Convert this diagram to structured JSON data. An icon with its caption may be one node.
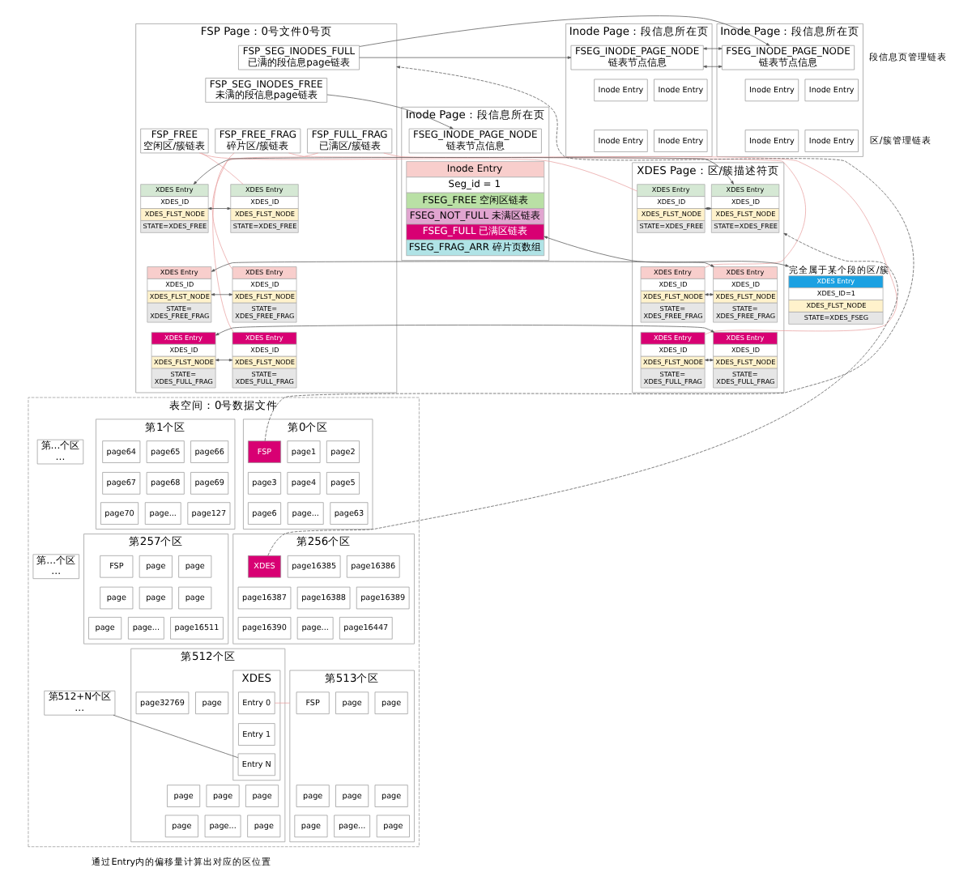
{
  "diagram": {
    "nodes": [
      {
        "text": [
          "FSP Page：0号文件0号页"
        ]
      },
      {
        "text": [
          "FSP_SEG_INODES_FULL 已满的段信息page链表"
        ],
        "in": 0
      },
      {
        "text": [
          "FSP_SEG_INODES_FREE 未满的段信息page链表"
        ],
        "in": 0
      },
      {
        "text": [
          "FSP_FREE 空闲区/簇链表"
        ],
        "in": 0
      },
      {
        "text": [
          "FSP_FREE_FRAG 碎片区/簇链表"
        ],
        "in": 0
      },
      {
        "text": [
          "FSP_FULL_FRAG 已满区/簇链表"
        ],
        "in": 0
      },
      {
        "text": [
          "XDES Entry",
          "XDES_ID",
          "XDES_FLST_NODE",
          "STATE=XDES_FREE"
        ],
        "in": 0
      },
      {
        "text": [
          "XDES Entry",
          "XDES_ID",
          "XDES_FLST_NODE",
          "STATE=XDES_FREE"
        ],
        "in": 0
      },
      {
        "text": [
          "XDES Entry",
          "XDES_ID",
          "XDES_FLST_NODE",
          "STATE= XDES_FREE_FRAG"
        ],
        "in": 0
      },
      {
        "text": [
          "XDES Entry",
          "XDES_ID",
          "XDES_FLST_NODE",
          "STATE= XDES_FREE_FRAG"
        ],
        "in": 0
      },
      {
        "text": [
          "XDES Entry",
          "XDES_ID",
          "XDES_FLST_NODE",
          "STATE= XDES_FULL_FRAG"
        ],
        "in": 0
      },
      {
        "text": [
          "XDES Entry",
          "XDES_ID",
          "XDES_FLST_NODE",
          "STATE= XDES_FULL_FRAG"
        ],
        "in": 0
      },
      {
        "text": [
          "Inode Page：段信息所在页"
        ]
      },
      {
        "text": [
          "FSEG_INODE_PAGE_NODE 链表节点信息"
        ],
        "in": 12
      },
      {
        "text": [
          "Inode Entry"
        ],
        "in": 12
      },
      {
        "text": [
          "Inode Entry"
        ],
        "in": 12
      },
      {
        "text": [
          "Inode Entry"
        ],
        "in": 12
      },
      {
        "text": [
          "Inode Entry"
        ],
        "in": 12
      },
      {
        "text": [
          "Inode Page：段信息所在页"
        ]
      },
      {
        "text": [
          "FSEG_INODE_PAGE_NODE 链表节点信息"
        ],
        "in": 18
      },
      {
        "text": [
          "Inode Entry"
        ],
        "in": 18
      },
      {
        "text": [
          "Inode Entry"
        ],
        "in": 18
      },
      {
        "text": [
          "Inode Entry"
        ],
        "in": 18
      },
      {
        "text": [
          "Inode Entry"
        ],
        "in": 18
      },
      {
        "text": [
          "XDES Page：区/簇描述符页"
        ]
      },
      {
        "text": [
          "XDES Entry",
          "XDES_ID",
          "XDES_FLST_NODE",
          "STATE=XDES_FREE"
        ],
        "in": 24
      },
      {
        "text": [
          "XDES Entry",
          "XDES_ID",
          "XDES_FLST_NODE",
          "STATE=XDES_FREE"
        ],
        "in": 24
      },
      {
        "text": [
          "XDES Entry",
          "XDES_ID",
          "XDES_FLST_NODE",
          "STATE= XDES_FREE_FRAG"
        ],
        "in": 24
      },
      {
        "text": [
          "XDES Entry",
          "XDES_ID",
          "XDES_FLST_NODE",
          "STATE= XDES_FREE_FRAG"
        ],
        "in": 24
      },
      {
        "text": [
          "XDES Entry",
          "XDES_ID",
          "XDES_FLST_NODE",
          "STATE= XDES_FULL_FRAG"
        ],
        "in": 24
      },
      {
        "text": [
          "XDES Entry",
          "XDES_ID",
          "XDES_FLST_NODE",
          "STATE= XDES_FULL_FRAG"
        ],
        "in": 24
      },
      {
        "text": [
          "XDES Entry",
          "XDES_ID=1",
          "XDES_FLST_NODE",
          "STATE=XDES_FSEG"
        ],
        "beside": [
          "完全属于某个段的区/簇"
        ]
      },
      {
        "text": [
          "Inode Page：段信息所在页"
        ]
      },
      {
        "text": [
          "FSEG_INODE_PAGE_NODE 链表节点信息"
        ],
        "in": 32
      },
      {
        "text": [
          "Inode Entry",
          "Seg_id = 1",
          "FSEG_FREE 空闲区链表",
          "FSEG_NOT_FULL 未满区链表",
          "FSEG_FULL 已满区链表",
          "FSEG_FRAG_ARR 碎片页数组"
        ],
        "in": 32
      },
      {
        "text": [
          "表空间：0号数据文件"
        ]
      },
      {
        "text": [
          "第0个区"
        ],
        "in": 35
      },
      {
        "text": [
          "FSP"
        ],
        "in": 36
      },
      {
        "text": [
          "page1"
        ],
        "in": 36
      },
      {
        "text": [
          "page2"
        ],
        "in": 36
      },
      {
        "text": [
          "page3"
        ],
        "in": 36
      },
      {
        "text": [
          "page4"
        ],
        "in": 36
      },
      {
        "text": [
          "page5"
        ],
        "in": 36
      },
      {
        "text": [
          "page6"
        ],
        "in": 36
      },
      {
        "text": [
          "page..."
        ],
        "in": 36
      },
      {
        "text": [
          "page63"
        ],
        "in": 36
      },
      {
        "text": [
          "第1个区"
        ],
        "in": 35
      },
      {
        "text": [
          "page64"
        ],
        "in": 46
      },
      {
        "text": [
          "page65"
        ],
        "in": 46
      },
      {
        "text": [
          "page66"
        ],
        "in": 46
      },
      {
        "text": [
          "page67"
        ],
        "in": 46
      },
      {
        "text": [
          "page68"
        ],
        "in": 46
      },
      {
        "text": [
          "page69"
        ],
        "in": 46
      },
      {
        "text": [
          "page70"
        ],
        "in": 46
      },
      {
        "text": [
          "page..."
        ],
        "in": 46
      },
      {
        "text": [
          "page127"
        ],
        "in": 46
      },
      {
        "text": [
          "第…个区",
          "…"
        ],
        "in": 35
      },
      {
        "text": [
          "第256个区"
        ],
        "in": 35
      },
      {
        "text": [
          "XDES"
        ],
        "in": 57
      },
      {
        "text": [
          "page16385"
        ],
        "in": 57
      },
      {
        "text": [
          "page16386"
        ],
        "in": 57
      },
      {
        "text": [
          "page16387"
        ],
        "in": 57
      },
      {
        "text": [
          "page16388"
        ],
        "in": 57
      },
      {
        "text": [
          "page16389"
        ],
        "in": 57
      },
      {
        "text": [
          "page16390"
        ],
        "in": 57
      },
      {
        "text": [
          "page..."
        ],
        "in": 57
      },
      {
        "text": [
          "page16447"
        ],
        "in": 57
      },
      {
        "text": [
          "第257个区"
        ],
        "in": 35
      },
      {
        "text": [
          "FSP"
        ],
        "in": 67
      },
      {
        "text": [
          "page"
        ],
        "in": 67
      },
      {
        "text": [
          "page"
        ],
        "in": 67
      },
      {
        "text": [
          "page"
        ],
        "in": 67
      },
      {
        "text": [
          "page"
        ],
        "in": 67
      },
      {
        "text": [
          "page"
        ],
        "in": 67
      },
      {
        "text": [
          "page"
        ],
        "in": 67
      },
      {
        "text": [
          "page..."
        ],
        "in": 67
      },
      {
        "text": [
          "page16511"
        ],
        "in": 67
      },
      {
        "text": [
          "第…个区",
          "…"
        ],
        "in": 35
      },
      {
        "text": [
          "第512个区"
        ],
        "in": 35
      },
      {
        "text": [
          "XDES"
        ],
        "in": 78
      },
      {
        "text": [
          "Entry 0"
        ],
        "in": 79
      },
      {
        "text": [
          "Entry 1"
        ],
        "in": 79
      },
      {
        "text": [
          "Entry N"
        ],
        "in": 79
      },
      {
        "text": [
          "page32769"
        ],
        "in": 78
      },
      {
        "text": [
          "page"
        ],
        "in": 78
      },
      {
        "text": [
          "page"
        ],
        "in": 78
      },
      {
        "text": [
          "page"
        ],
        "in": 78
      },
      {
        "text": [
          "page"
        ],
        "in": 78
      },
      {
        "text": [
          "page"
        ],
        "in": 78
      },
      {
        "text": [
          "page..."
        ],
        "in": 78
      },
      {
        "text": [
          "page"
        ],
        "in": 78
      },
      {
        "text": [
          "第513个区"
        ],
        "in": 35
      },
      {
        "text": [
          "FSP"
        ],
        "in": 91
      },
      {
        "text": [
          "page"
        ],
        "in": 91
      },
      {
        "text": [
          "page"
        ],
        "in": 91
      },
      {
        "text": [
          "page"
        ],
        "in": 91
      },
      {
        "text": [
          "page"
        ],
        "in": 91
      },
      {
        "text": [
          "page"
        ],
        "in": 91
      },
      {
        "text": [
          "page"
        ],
        "in": 91
      },
      {
        "text": [
          "page..."
        ],
        "in": 91
      },
      {
        "text": [
          "page"
        ],
        "in": 91
      },
      {
        "text": [
          "第512+N个区",
          "…"
        ],
        "in": 35
      }
    ],
    "edges": [
      {
        "from": 1,
        "to": 13,
        "arrow": "to"
      },
      {
        "from": 1,
        "to": 19,
        "arrow": "to"
      },
      {
        "from": 13,
        "to": 19,
        "arrow": "both"
      },
      {
        "from": 2,
        "to": 33,
        "arrow": "to"
      },
      {
        "from": 6,
        "to": 7,
        "arrow": "both"
      },
      {
        "from": 7,
        "to": 25,
        "arrow": "both"
      },
      {
        "from": 25,
        "to": 26,
        "arrow": "both"
      },
      {
        "from": 8,
        "to": 9,
        "arrow": "both"
      },
      {
        "from": 9,
        "to": 27,
        "arrow": "both"
      },
      {
        "from": 27,
        "to": 28,
        "arrow": "both"
      },
      {
        "from": 10,
        "to": 11,
        "arrow": "both"
      },
      {
        "from": 11,
        "to": 29,
        "arrow": "both"
      },
      {
        "from": 29,
        "to": 30,
        "arrow": "both"
      },
      {
        "from": 3,
        "to": 6,
        "arrow": "none",
        "color": "#e8a0a0"
      },
      {
        "from": 3,
        "to": 26,
        "arrow": "none",
        "color": "#e8a0a0"
      },
      {
        "from": 4,
        "to": 8,
        "arrow": "none",
        "color": "#e8a0a0"
      },
      {
        "from": 4,
        "to": 28,
        "arrow": "none",
        "color": "#e8a0a0"
      },
      {
        "from": 5,
        "to": 10,
        "arrow": "none",
        "color": "#e8a0a0"
      },
      {
        "from": 5,
        "to": 30,
        "arrow": "none",
        "color": "#e8a0a0"
      },
      {
        "from": 31,
        "to": 34,
        "arrow": "both"
      },
      {
        "from": 37,
        "to": 0,
        "arrow": "to",
        "style": "dashed"
      },
      {
        "from": 58,
        "to": 24,
        "arrow": "to",
        "style": "dashed"
      },
      {
        "from": 80,
        "to": 91,
        "arrow": "none",
        "color": "#e8a0a0"
      },
      {
        "from": 82,
        "to": 101,
        "arrow": "none"
      }
    ],
    "labels": [
      "段信息页管理链表",
      "区/簇管理链表",
      "通过Entry内的偏移量计算出对应的区位置"
    ]
  }
}
